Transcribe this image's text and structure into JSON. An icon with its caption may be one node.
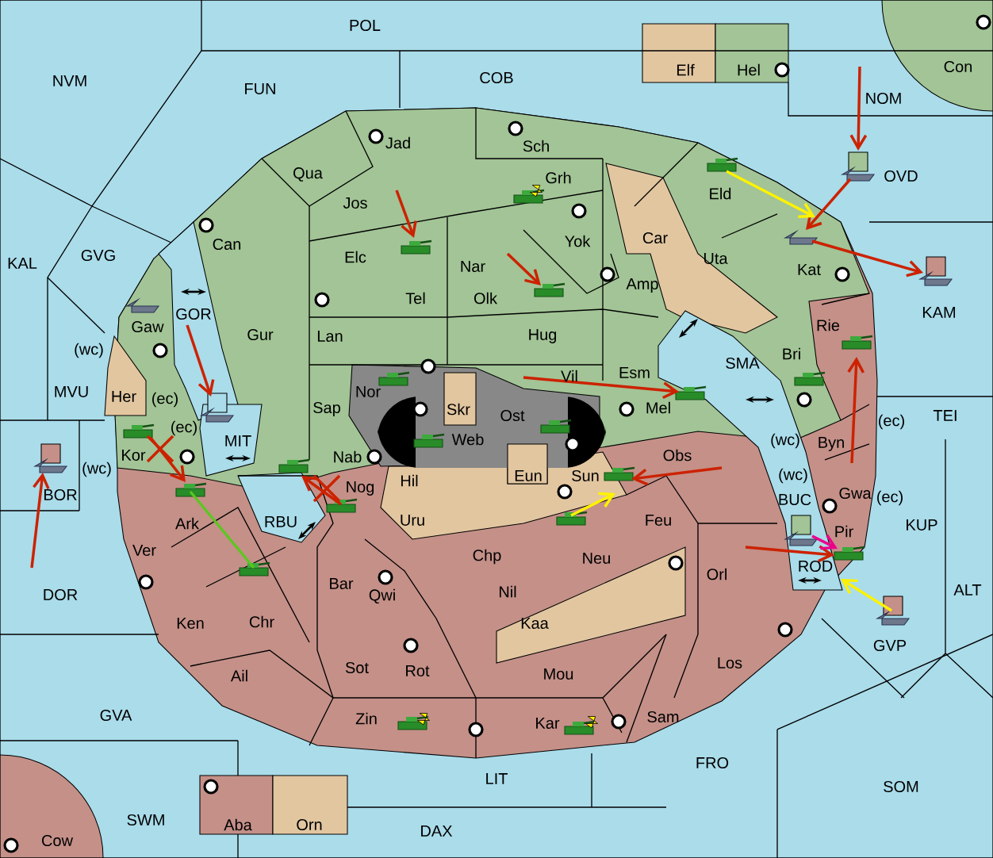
{
  "diagram": {
    "labels": [
      "POL",
      "Elf",
      "Hel",
      "Con",
      "NVM",
      "FUN",
      "COB",
      "NOM",
      "Jad",
      "Sch",
      "Grh",
      "Qua",
      "OVD",
      "Jos",
      "Eld",
      "Elc",
      "Car",
      "Yok",
      "KAL",
      "GVG",
      "Can",
      "Nar",
      "Uta",
      "Kat",
      "Tel",
      "Olk",
      "Amp",
      "KAM",
      "GOR",
      "Gaw",
      "Gur",
      "Lan",
      "Hug",
      "SMA",
      "Bri",
      "Rie",
      "(wc)",
      "MVU",
      "Her",
      "(ec)",
      "Nor",
      "Skr",
      "Ost",
      "Vil",
      "Esm",
      "Mel",
      "Sap",
      "Web",
      "MIT",
      "Kor",
      "(ec)",
      "(wc)",
      "Nab",
      "TEI",
      "(ec)",
      "Byn",
      "(wc)",
      "BOR",
      "Hil",
      "Nog",
      "Sun",
      "Obs",
      "Eun",
      "Ark",
      "RBU",
      "Uru",
      "Feu",
      "(wc)",
      "Gwa",
      "(ec)",
      "BUC",
      "KUP",
      "Pir",
      "Ver",
      "Chp",
      "Neu",
      "Orl",
      "ROD",
      "ALT",
      "Bar",
      "Qwi",
      "Nil",
      "DOR",
      "Ken",
      "Chr",
      "Kaa",
      "GVP",
      "Ail",
      "Sot",
      "Rot",
      "Mou",
      "Los",
      "GVA",
      "Zin",
      "Kar",
      "Sam",
      "FRO",
      "SOM",
      "LIT",
      "SWM",
      "Aba",
      "Orn",
      "DAX",
      "Cow"
    ]
  }
}
